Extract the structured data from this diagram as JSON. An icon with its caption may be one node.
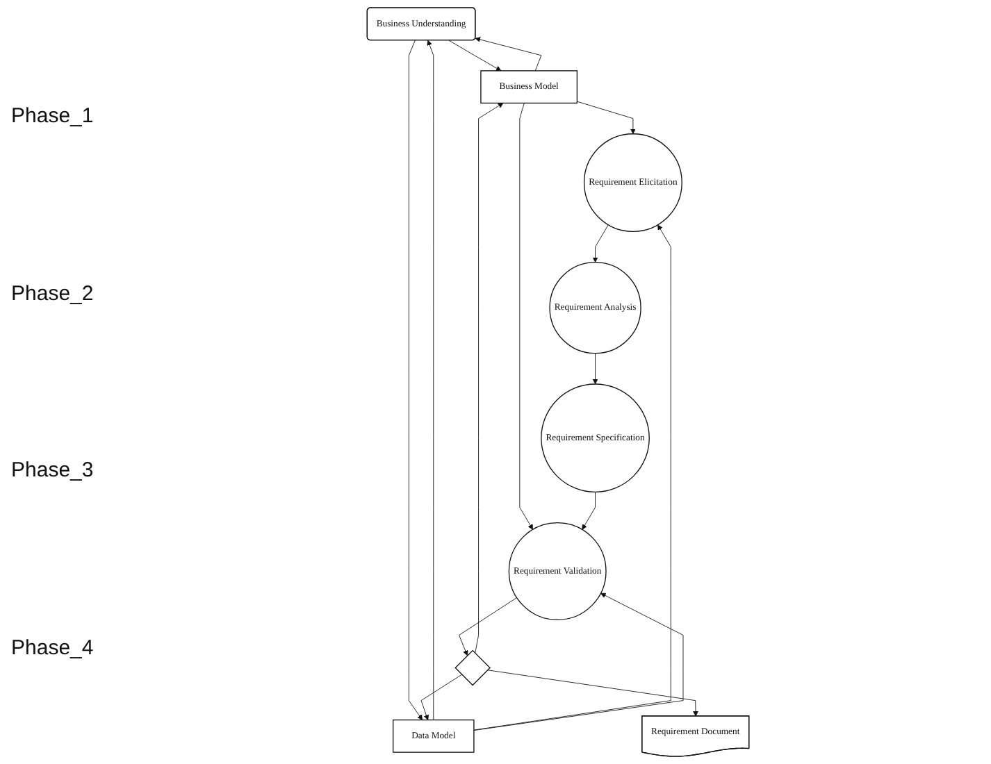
{
  "diagram": {
    "nodes": [
      {
        "text": [
          "Business Understanding"
        ]
      },
      {
        "text": [
          "Business Model"
        ]
      },
      {
        "text": [
          "Data Model"
        ]
      },
      {
        "text": [
          "Requirement Elicitation"
        ]
      },
      {
        "text": [
          "Requirement Analysis"
        ]
      },
      {
        "text": [
          "Requirement Specification"
        ]
      },
      {
        "text": [
          "Requirement Validation"
        ]
      },
      {
        "text": [],
        "shape": "diamond"
      },
      {
        "text": [
          "Requirement Document"
        ]
      }
    ],
    "edges": [
      {
        "from": 0,
        "to": 1,
        "arrow": "to"
      },
      {
        "from": 0,
        "to": 2,
        "arrow": "to"
      },
      {
        "from": 1,
        "to": 0,
        "arrow": "to"
      },
      {
        "from": 2,
        "to": 0,
        "arrow": "to"
      },
      {
        "from": 1,
        "to": 3,
        "arrow": "to"
      },
      {
        "from": 1,
        "to": 6,
        "arrow": "to"
      },
      {
        "from": 2,
        "to": 3,
        "arrow": "to"
      },
      {
        "from": 2,
        "to": 6,
        "arrow": "to"
      },
      {
        "from": 3,
        "to": 4,
        "arrow": "to"
      },
      {
        "from": 4,
        "to": 5,
        "arrow": "to"
      },
      {
        "from": 5,
        "to": 6,
        "arrow": "to"
      },
      {
        "from": 6,
        "to": 7,
        "arrow": "to"
      },
      {
        "from": 7,
        "to": 1,
        "arrow": "to"
      },
      {
        "from": 7,
        "to": 2,
        "arrow": "to"
      },
      {
        "from": 7,
        "to": 8,
        "arrow": "to"
      }
    ],
    "labels": [
      "Phase_1",
      "Phase_2",
      "Phase_3",
      "Phase_4"
    ]
  }
}
